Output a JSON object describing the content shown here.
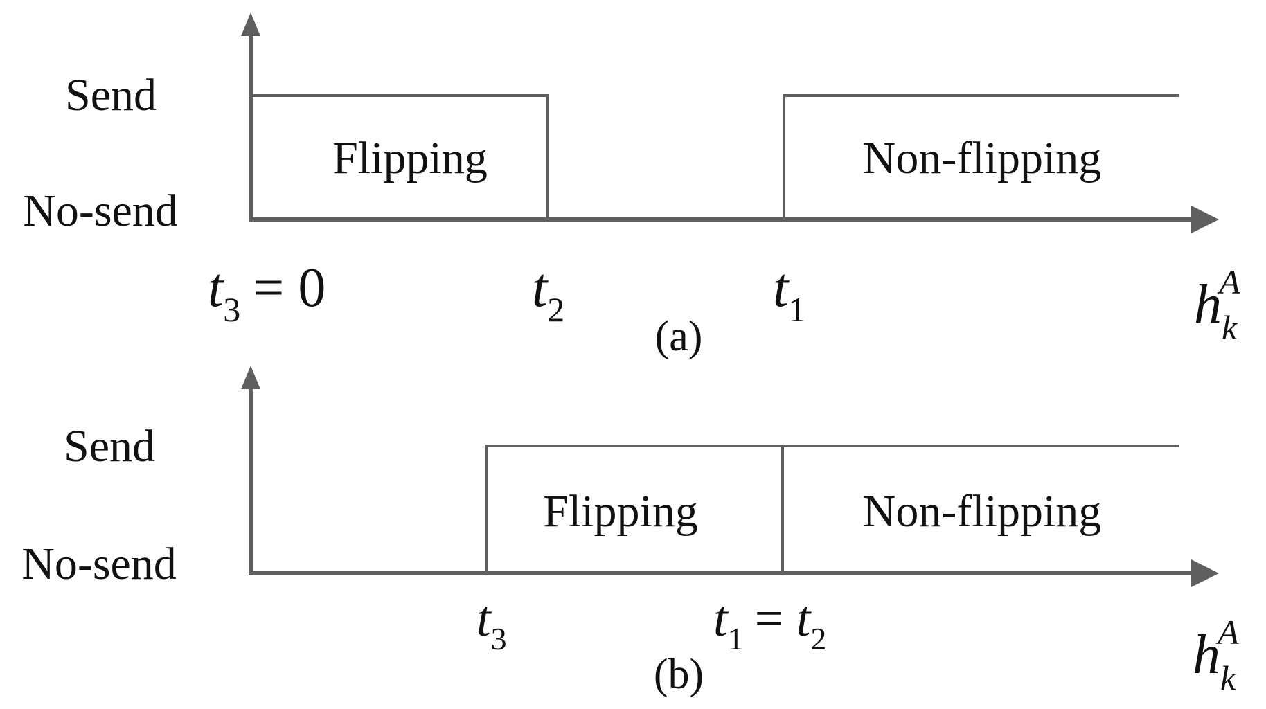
{
  "colors": {
    "line": "#5f5f5f",
    "text": "#111111",
    "background": "#ffffff"
  },
  "panels": [
    {
      "caption": "(a)",
      "y_labels": {
        "send": "Send",
        "no_send": "No-send"
      },
      "regions": {
        "flipping": "Flipping",
        "non_flipping": "Non-flipping"
      },
      "x_axis": {
        "var": "h",
        "sub": "k",
        "sup": "A"
      },
      "points": {
        "t3": {
          "var": "t",
          "sub": "3",
          "suffix": "= 0"
        },
        "t2": {
          "var": "t",
          "sub": "2",
          "suffix": ""
        },
        "t1": {
          "var": "t",
          "sub": "1",
          "suffix": ""
        }
      }
    },
    {
      "caption": "(b)",
      "y_labels": {
        "send": "Send",
        "no_send": "No-send"
      },
      "regions": {
        "flipping": "Flipping",
        "non_flipping": "Non-flipping"
      },
      "x_axis": {
        "var": "h",
        "sub": "k",
        "sup": "A"
      },
      "points": {
        "t3": {
          "var": "t",
          "sub": "3",
          "suffix": ""
        },
        "t1": {
          "var": "t",
          "sub": "1",
          "suffix": "= "
        },
        "t2": {
          "var": "t",
          "sub": "2",
          "suffix": ""
        }
      }
    }
  ]
}
